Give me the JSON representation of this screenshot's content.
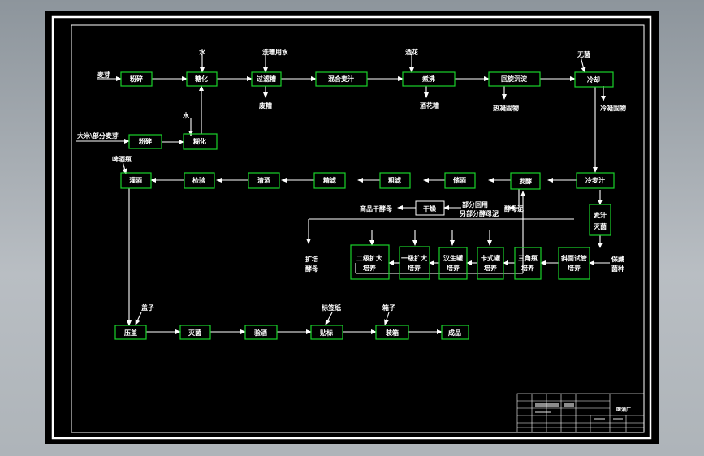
{
  "nodes": {
    "n1": "粉碎",
    "n2": "糖化",
    "n3": "过滤槽",
    "n4": "混合麦汁",
    "n5": "煮沸",
    "n6": "回旋沉淀",
    "n7": "冷却",
    "n8": "粉碎",
    "n9": "糊化",
    "n10": "冷麦汁",
    "n11": "发酵",
    "n12": "储酒",
    "n13": "粗滤",
    "n14": "精滤",
    "n15": "清酒",
    "n16": "检验",
    "n17": "灌酒",
    "n18": "干燥",
    "n19a": "麦汁",
    "n19b": "灭菌",
    "n20a": "二级扩大",
    "n20b": "培养",
    "n21a": "一级扩大",
    "n21b": "培养",
    "n22a": "汉生罐",
    "n22b": "培养",
    "n23a": "卡式罐",
    "n23b": "培养",
    "n24a": "三角瓶",
    "n24b": "培养",
    "n25a": "斜面试管",
    "n25b": "培养",
    "n26": "压盖",
    "n27": "灭菌",
    "n28": "验酒",
    "n29": "贴标",
    "n30": "装箱",
    "n31": "成品"
  },
  "labels": {
    "malt": "麦芽",
    "water1": "水",
    "wash_water": "洗糟用水",
    "hops": "酒花",
    "sterile_air": "无菌",
    "spent_grain": "废糟",
    "hop_residue": "酒花糟",
    "hot_trub": "热凝固物",
    "cold_trub": "冷凝固物",
    "rice": "大米\\部分麦芽",
    "water2": "水",
    "beer_bottle": "啤酒瓶",
    "product_yeast": "商品干酵母",
    "recycle_line1": "部分回用",
    "recycle_line2": "另部分酵母泥",
    "yeast_mud": "酵母泥",
    "expand_line1": "扩培",
    "expand_line2": "酵母",
    "strain_line1": "保藏",
    "strain_line2": "菌种",
    "caps": "盖子",
    "labels_in": "标签纸",
    "cartons": "箱子"
  },
  "titleblock": {
    "logo": "啤酒厂"
  }
}
